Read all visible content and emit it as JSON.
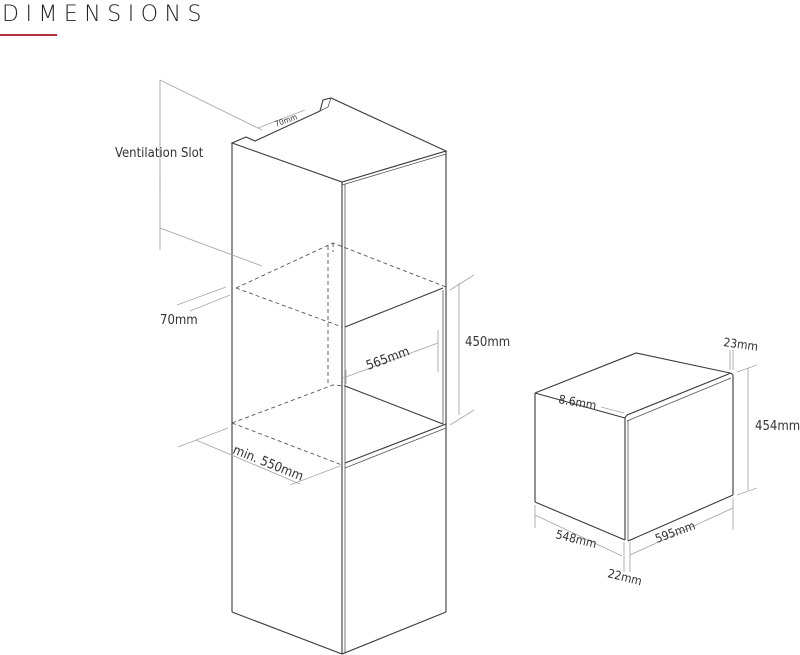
{
  "header": {
    "title": "DIMENSIONS",
    "accent_color": "#b3303c"
  },
  "cabinet_diagram": {
    "labels": {
      "ventilation_slot": "Ventilation Slot",
      "slot_width": "70mm",
      "side_gap": "70mm",
      "niche_width": "565mm",
      "niche_height": "450mm",
      "min_depth": "min. 550mm"
    }
  },
  "appliance_diagram": {
    "labels": {
      "frame_top_offset": "8.6mm",
      "front_thickness_top": "23mm",
      "height": "454mm",
      "depth": "548mm",
      "front_thickness_bottom": "22mm",
      "width": "595mm"
    }
  }
}
